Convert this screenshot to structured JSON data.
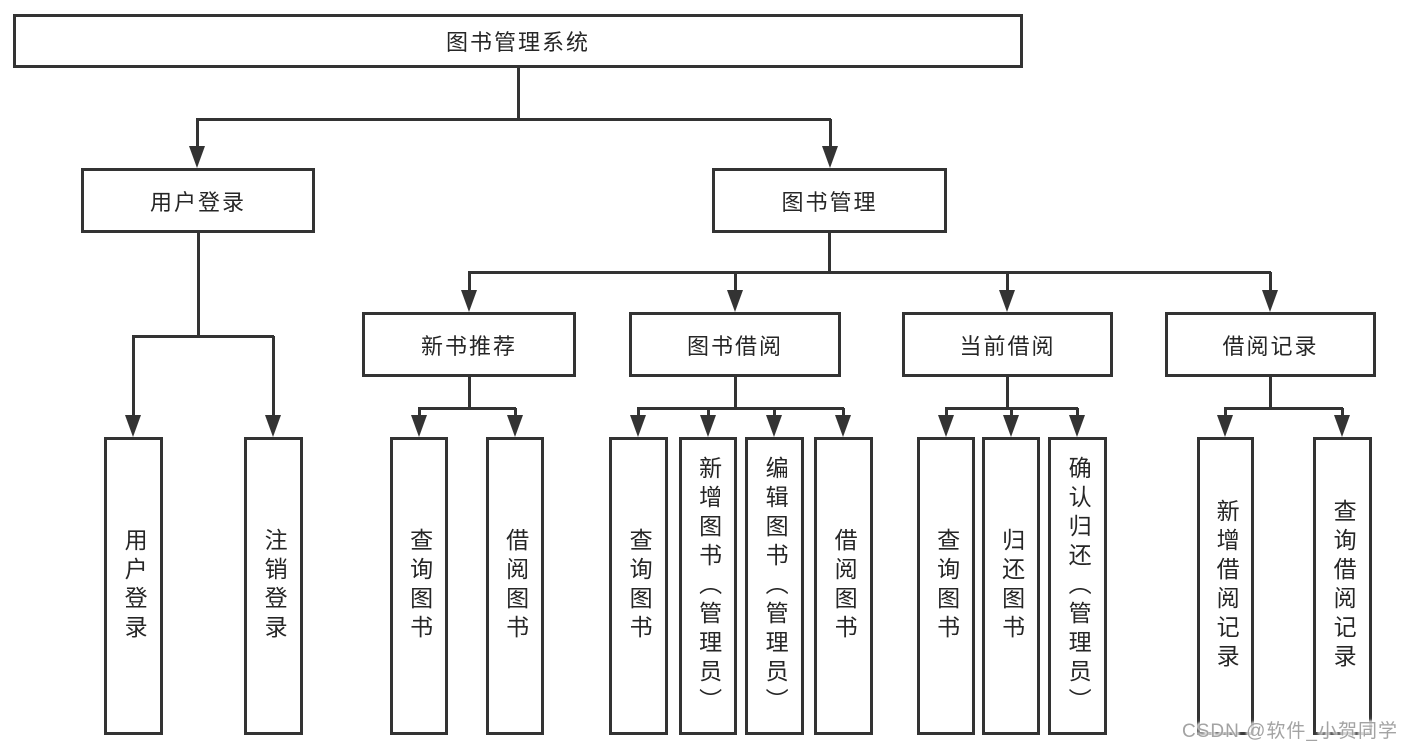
{
  "diagram": {
    "root": {
      "label": "图书管理系统"
    },
    "branches": [
      {
        "label": "用户登录",
        "children": [
          {
            "label": "用户登录"
          },
          {
            "label": "注销登录"
          }
        ]
      },
      {
        "label": "图书管理",
        "children": [
          {
            "label": "新书推荐",
            "children": [
              {
                "label": "查询图书"
              },
              {
                "label": "借阅图书"
              }
            ]
          },
          {
            "label": "图书借阅",
            "children": [
              {
                "label": "查询图书"
              },
              {
                "label": "新增图书（管理员）"
              },
              {
                "label": "编辑图书（管理员）"
              },
              {
                "label": "借阅图书"
              }
            ]
          },
          {
            "label": "当前借阅",
            "children": [
              {
                "label": "查询图书"
              },
              {
                "label": "归还图书"
              },
              {
                "label": "确认归还（管理员）"
              }
            ]
          },
          {
            "label": "借阅记录",
            "children": [
              {
                "label": "新增借阅记录"
              },
              {
                "label": "查询借阅记录"
              }
            ]
          }
        ]
      }
    ]
  },
  "watermark": {
    "text": "CSDN @软件_小贺同学"
  },
  "colors": {
    "line": "#333333",
    "text": "#262626",
    "box_background": "#ffffff",
    "page_background": "#ffffff",
    "watermark": "#a3a3a3"
  }
}
